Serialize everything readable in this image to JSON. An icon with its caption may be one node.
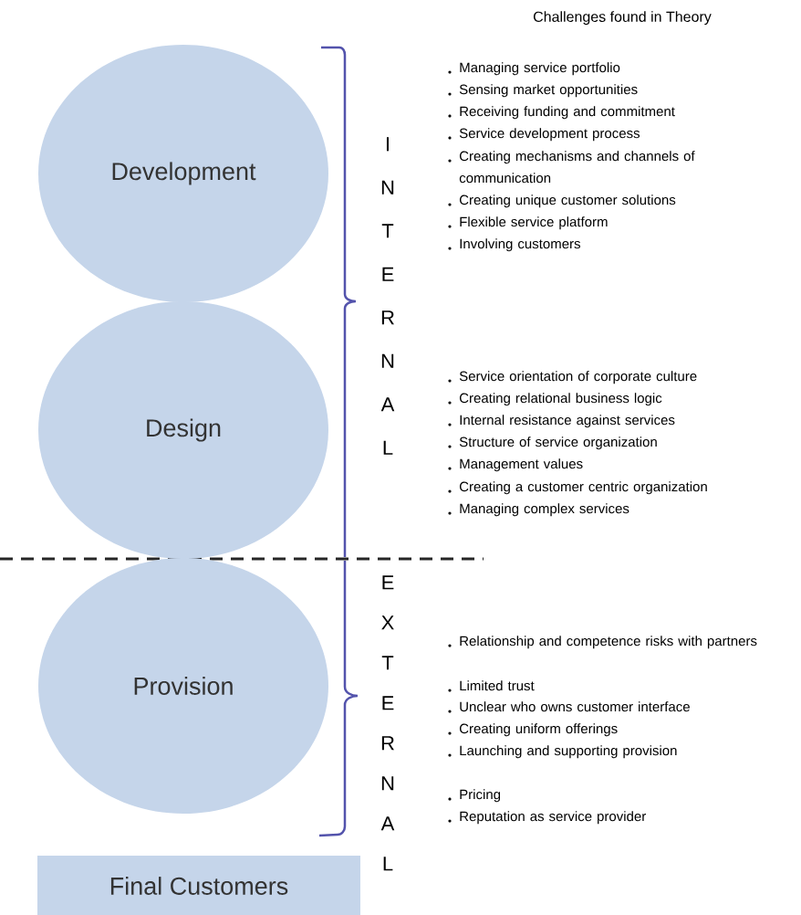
{
  "diagram": {
    "title": "Challenges found in Theory",
    "nodes": [
      {
        "text": [
          "Development"
        ]
      },
      {
        "text": [
          "Design"
        ]
      },
      {
        "text": [
          "Provision"
        ]
      },
      {
        "text": [
          "Final Customers"
        ]
      }
    ],
    "labels": [
      "INTERNAL",
      "EXTERNAL",
      "Managing service portfolio",
      "Sensing market opportunities",
      "Receiving funding and commitment",
      "Service development process",
      "Creating mechanisms and channels of communication",
      "Creating unique customer solutions",
      "Flexible service platform",
      "Involving customers",
      "Service orientation of corporate culture",
      "Creating relational business logic",
      "Internal resistance against services",
      "Structure of service organization",
      "Management values",
      "Creating a customer centric organization",
      "Managing complex services",
      "Relationship and competence risks with partners",
      "Limited trust",
      "Unclear who owns customer interface",
      "Creating uniform offerings",
      "Launching and supporting provision",
      "Pricing",
      "Reputation as service provider"
    ]
  }
}
